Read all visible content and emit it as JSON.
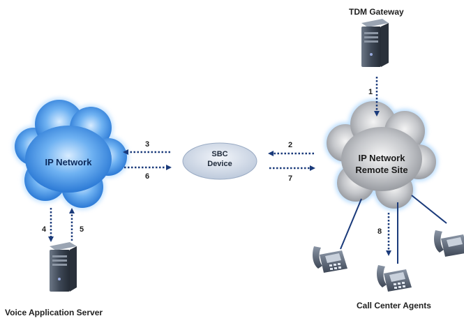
{
  "nodes": {
    "tdm_gateway": "TDM Gateway",
    "ip_network": "IP Network",
    "sbc_device": {
      "line1": "SBC",
      "line2": "Device"
    },
    "remote_site": {
      "line1": "IP Network",
      "line2": "Remote Site"
    },
    "voice_app_server": "Voice Application Server",
    "call_center_agents": "Call Center Agents"
  },
  "steps": [
    "1",
    "2",
    "3",
    "4",
    "5",
    "6",
    "7",
    "8"
  ],
  "colors": {
    "arrow": "#1a3a7a",
    "cloud_blue": "#3a8ee6",
    "cloud_gray": "#a8acb2",
    "sbc_fill": "#cfd8e6",
    "link_line": "#1a3a7a"
  }
}
